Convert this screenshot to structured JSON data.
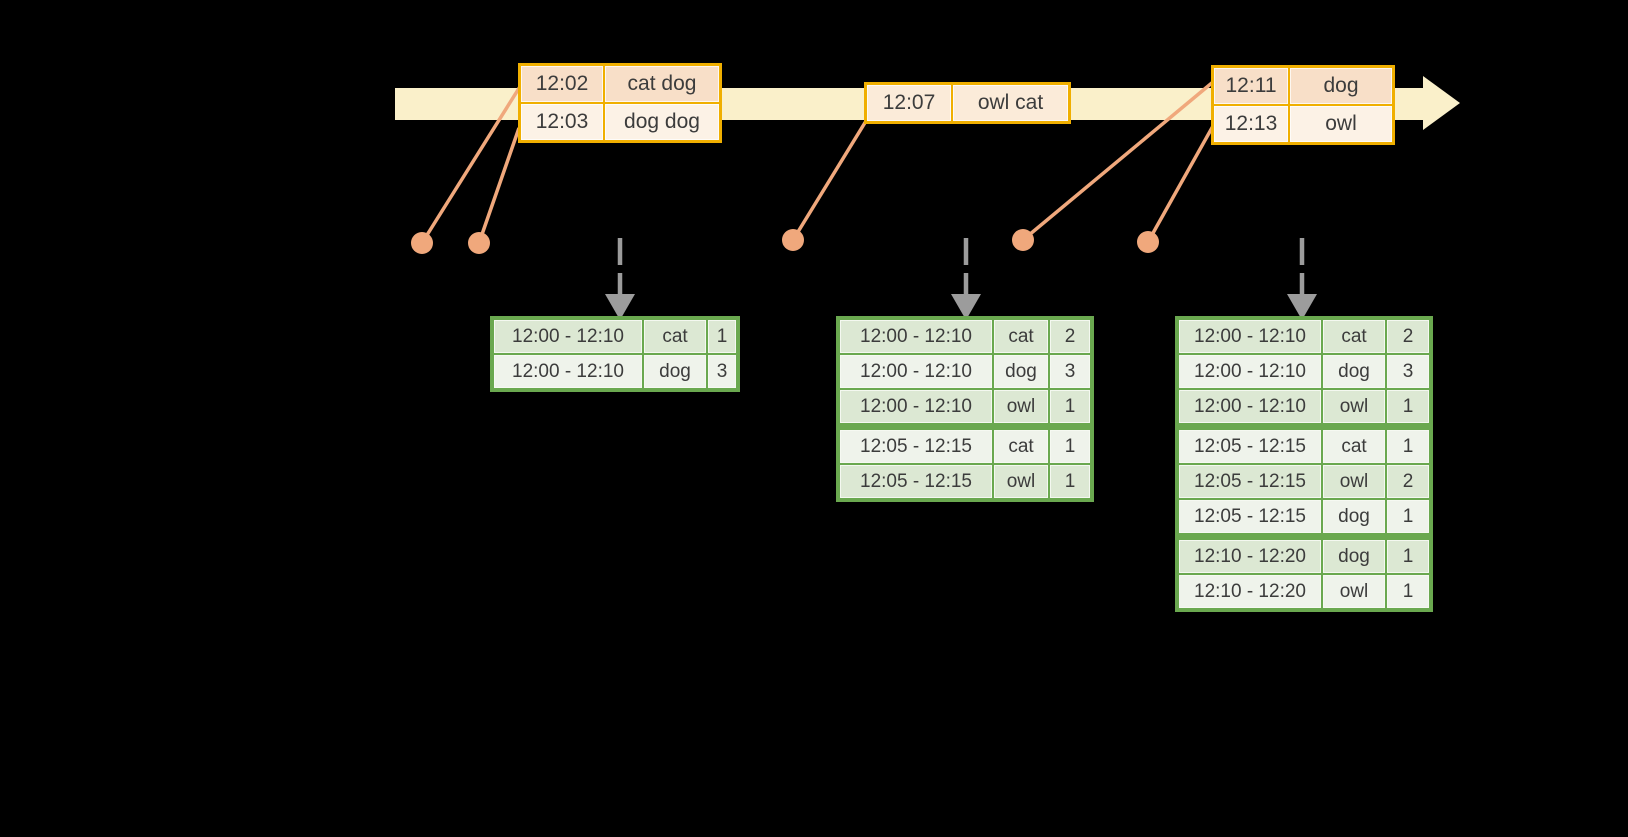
{
  "colors": {
    "background": "#000000",
    "timeline_band": "#FAF0CA",
    "event_table_border": "#F0AF00",
    "event_row_dark": "#F8DFC8",
    "event_row_light": "#FCF2E6",
    "connector_salmon": "#F0A87C",
    "trigger_arrow_gray": "#9C9C9C",
    "result_table_border": "#6AA84F",
    "result_row_dark": "#DCE8D3",
    "result_row_light": "#EFF3EB",
    "table_text": "#3C3C3C"
  },
  "event_tables": [
    {
      "rows": [
        {
          "time": "12:02",
          "words": "cat dog"
        },
        {
          "time": "12:03",
          "words": "dog dog"
        }
      ]
    },
    {
      "rows": [
        {
          "time": "12:07",
          "words": "owl cat"
        }
      ]
    },
    {
      "rows": [
        {
          "time": "12:11",
          "words": "dog"
        },
        {
          "time": "12:13",
          "words": "owl"
        }
      ]
    }
  ],
  "result_tables": [
    {
      "rows": [
        {
          "window": "12:00 - 12:10",
          "word": "cat",
          "count": "1"
        },
        {
          "window": "12:00 - 12:10",
          "word": "dog",
          "count": "3"
        }
      ]
    },
    {
      "rows": [
        {
          "window": "12:00 - 12:10",
          "word": "cat",
          "count": "2"
        },
        {
          "window": "12:00 - 12:10",
          "word": "dog",
          "count": "3"
        },
        {
          "window": "12:00 - 12:10",
          "word": "owl",
          "count": "1"
        },
        {
          "window": "12:05 - 12:15",
          "word": "cat",
          "count": "1",
          "group_start": true
        },
        {
          "window": "12:05 - 12:15",
          "word": "owl",
          "count": "1"
        }
      ]
    },
    {
      "rows": [
        {
          "window": "12:00 - 12:10",
          "word": "cat",
          "count": "2"
        },
        {
          "window": "12:00 - 12:10",
          "word": "dog",
          "count": "3"
        },
        {
          "window": "12:00 - 12:10",
          "word": "owl",
          "count": "1"
        },
        {
          "window": "12:05 - 12:15",
          "word": "cat",
          "count": "1",
          "group_start": true
        },
        {
          "window": "12:05 - 12:15",
          "word": "owl",
          "count": "2"
        },
        {
          "window": "12:05 - 12:15",
          "word": "dog",
          "count": "1"
        },
        {
          "window": "12:10 - 12:20",
          "word": "dog",
          "count": "1",
          "group_start": true
        },
        {
          "window": "12:10 - 12:20",
          "word": "owl",
          "count": "1"
        }
      ]
    }
  ]
}
